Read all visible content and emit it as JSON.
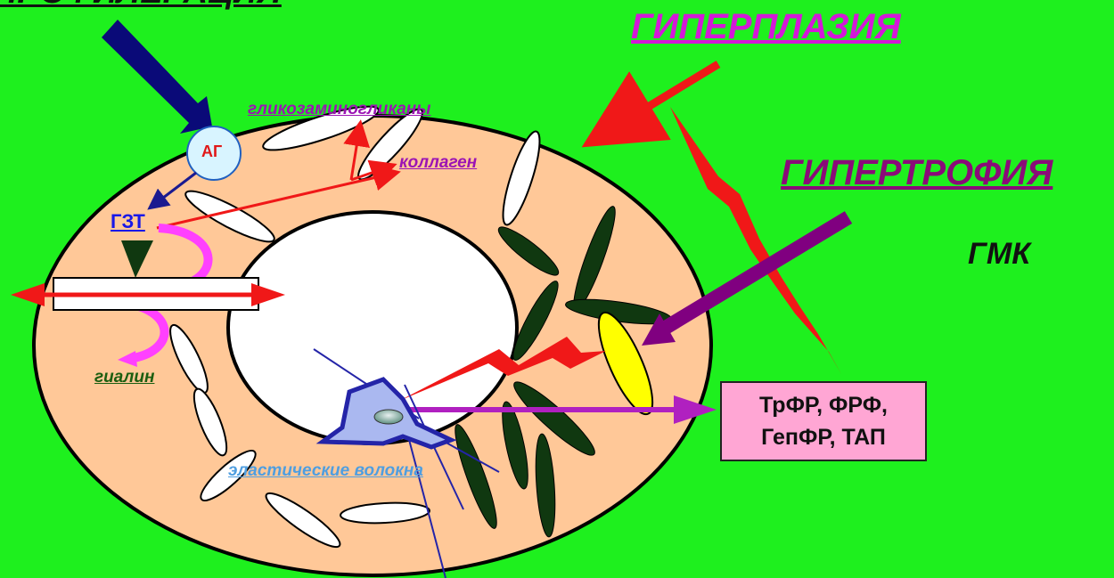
{
  "labels": {
    "top_cut": "ПРОФИЛЕРАЦИЯ",
    "hyperplasia": "ГИПЕРПЛАЗИЯ",
    "hypertrophy": "ГИПЕРТРОФИЯ",
    "gmk": "ГМК",
    "glycosaminoglycans": "гликозаминогликаны",
    "collagen": "коллаген",
    "ag": "АГ",
    "gzt": "ГЗТ",
    "hyalin": "гиалин",
    "elastic_fibers": "эластические волокна"
  },
  "factors_box": {
    "line1": "ТрФР, ФРФ,",
    "line2": "ГепФР, ТАП"
  },
  "colors": {
    "background": "#1ef01e",
    "vessel_wall": "#ffc898",
    "hyperplasia_text": "#d418d8",
    "hypertrophy_text": "#8a0b78",
    "factors_box_fill": "#ffa6d4"
  }
}
